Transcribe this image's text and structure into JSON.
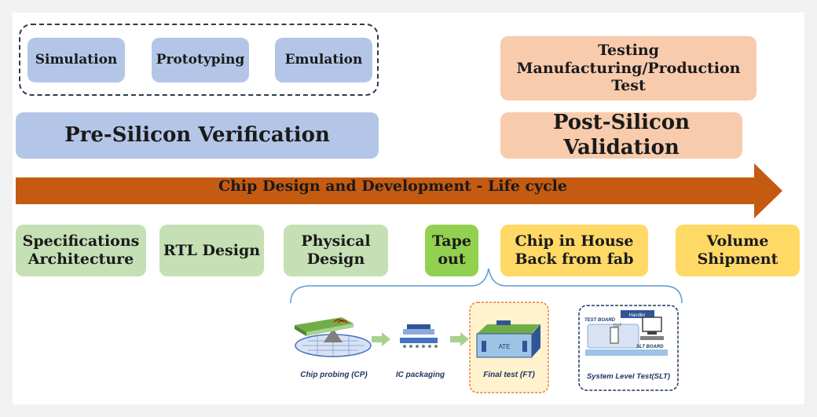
{
  "pre_silicon": {
    "methods": [
      "Simulation",
      "Prototyping",
      "Emulation"
    ],
    "title": "Pre-Silicon Verification"
  },
  "post_silicon": {
    "testing": "Testing\nManufacturing/Production Test",
    "title": "Post-Silicon Validation"
  },
  "lifecycle_label": "Chip Design and Development -  Life cycle",
  "stages": [
    "Specifications\nArchitecture",
    "RTL Design",
    "Physical\nDesign",
    "Tape\nout",
    "Chip in House\nBack from fab",
    "Volume\nShipment"
  ],
  "test_flow": {
    "steps": [
      "Chip probing (CP)",
      "IC packaging",
      "Final test (FT)",
      "System Level Test(SLT)"
    ],
    "ate_label": "ATE",
    "slt_labels": {
      "handler": "Handler",
      "test_board": "TEST BOARD",
      "dut": "DUT",
      "slt_board": "SLT BOARD"
    }
  },
  "colors": {
    "pre_silicon": "#b4c6e7",
    "post_silicon": "#f8cbad",
    "design_stage": "#c5e0b4",
    "tape_out": "#92d050",
    "post_fab_stage": "#ffd966",
    "lifecycle_arrow": "#c55a11"
  }
}
